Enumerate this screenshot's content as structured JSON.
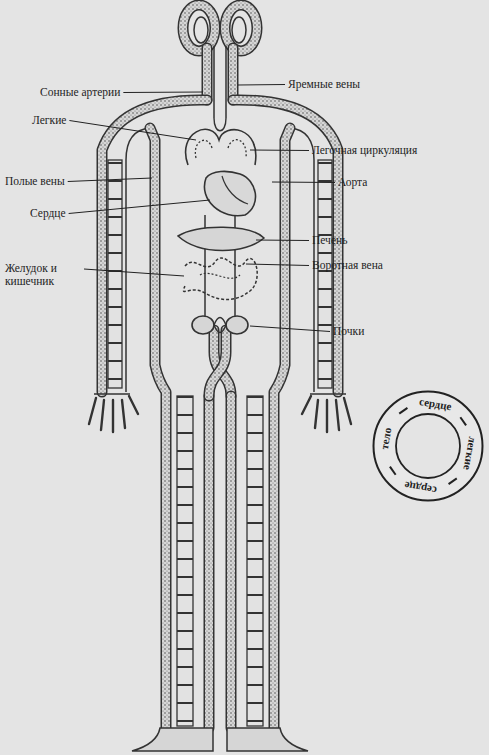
{
  "diagram": {
    "nodes": [
      {
        "text": [
          "сердце",
          "легкие",
          "сердце",
          "тело"
        ]
      }
    ],
    "labels": [
      "Яремные вены",
      "Сонные артерии",
      "Легкие",
      "Легочная циркуляция",
      "Полые вены",
      "Аорта",
      "Сердце",
      "Печень",
      "Воротная вена",
      "Желудок и кишечник",
      "Почки"
    ]
  }
}
